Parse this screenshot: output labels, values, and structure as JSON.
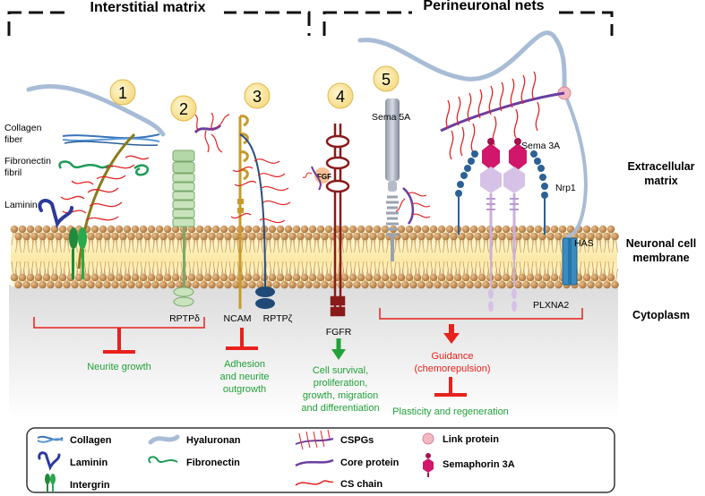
{
  "headers": {
    "interstitial": "Interstitial matrix",
    "perineuronal": "Perineuronal nets"
  },
  "region_labels": {
    "ecm_line1": "Extracellular",
    "ecm_line2": "matrix",
    "membrane_line1": "Neuronal cell",
    "membrane_line2": "membrane",
    "cytoplasm": "Cytoplasm"
  },
  "numbers": [
    "1",
    "2",
    "3",
    "4",
    "5"
  ],
  "structure_labels": {
    "collagen_fiber_1": "Collagen",
    "collagen_fiber_2": "fiber",
    "fibronectin_fibril_1": "Fibronectin",
    "fibronectin_fibril_2": "fibril",
    "laminin": "Laminin",
    "sema5a": "Sema 5A",
    "sema3a": "Sema 3A",
    "nrp1": "Nrp1",
    "has": "HAS",
    "fgf": "FGF",
    "rptp_delta": "RPTPδ",
    "ncam": "NCAM",
    "rptp_zeta": "RPTPζ",
    "fgfr": "FGFR",
    "plxna2": "PLXNA2"
  },
  "outcomes": {
    "neurite_growth": "Neurite growth",
    "adhesion_1": "Adhesion",
    "adhesion_2": "and neurite",
    "adhesion_3": "outgrowth",
    "survival_1": "Cell survival,",
    "survival_2": "proliferation,",
    "survival_3": "growth, migration",
    "survival_4": "and differentiation",
    "guidance_1": "Guidance",
    "guidance_2": "(chemorepulsion)",
    "plasticity": "Plasticity and regeneration"
  },
  "legend": {
    "collagen": "Collagen",
    "laminin": "Laminin",
    "intergrin": "Intergrin",
    "hyaluronan": "Hyaluronan",
    "fibronectin": "Fibronectin",
    "cspgs": "CSPGs",
    "core_protein": "Core protein",
    "cs_chain": "CS chain",
    "link_protein": "Link protein",
    "semaphorin": "Semaphorin 3A"
  },
  "colors": {
    "inhibit_red": "#e8211d",
    "positive_green": "#22a13a",
    "lipid_head": "#c08a4f",
    "hyaluronan": "#a8bcd6",
    "core_protein": "#6a3ea1",
    "cs_chain": "#e02424",
    "sema3a": "#d0176b",
    "number_circle": "#fbeaa6"
  }
}
